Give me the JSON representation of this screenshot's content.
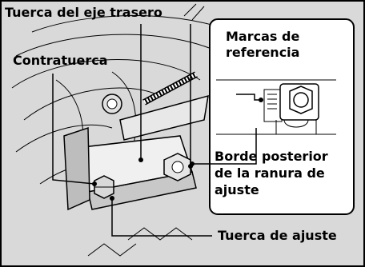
{
  "labels": {
    "rear_axle_nut": "Tuerca del eje trasero",
    "lock_nut": "Contratuerca",
    "reference_marks": [
      "Marcas de",
      "referencia"
    ],
    "rear_edge": [
      "Borde posterior",
      "de la ranura de",
      "ajuste"
    ],
    "adjusting_nut": "Tuerca de ajuste"
  },
  "colors": {
    "background": "#d9d9d9",
    "inset_background": "#ffffff",
    "line": "#000000"
  }
}
